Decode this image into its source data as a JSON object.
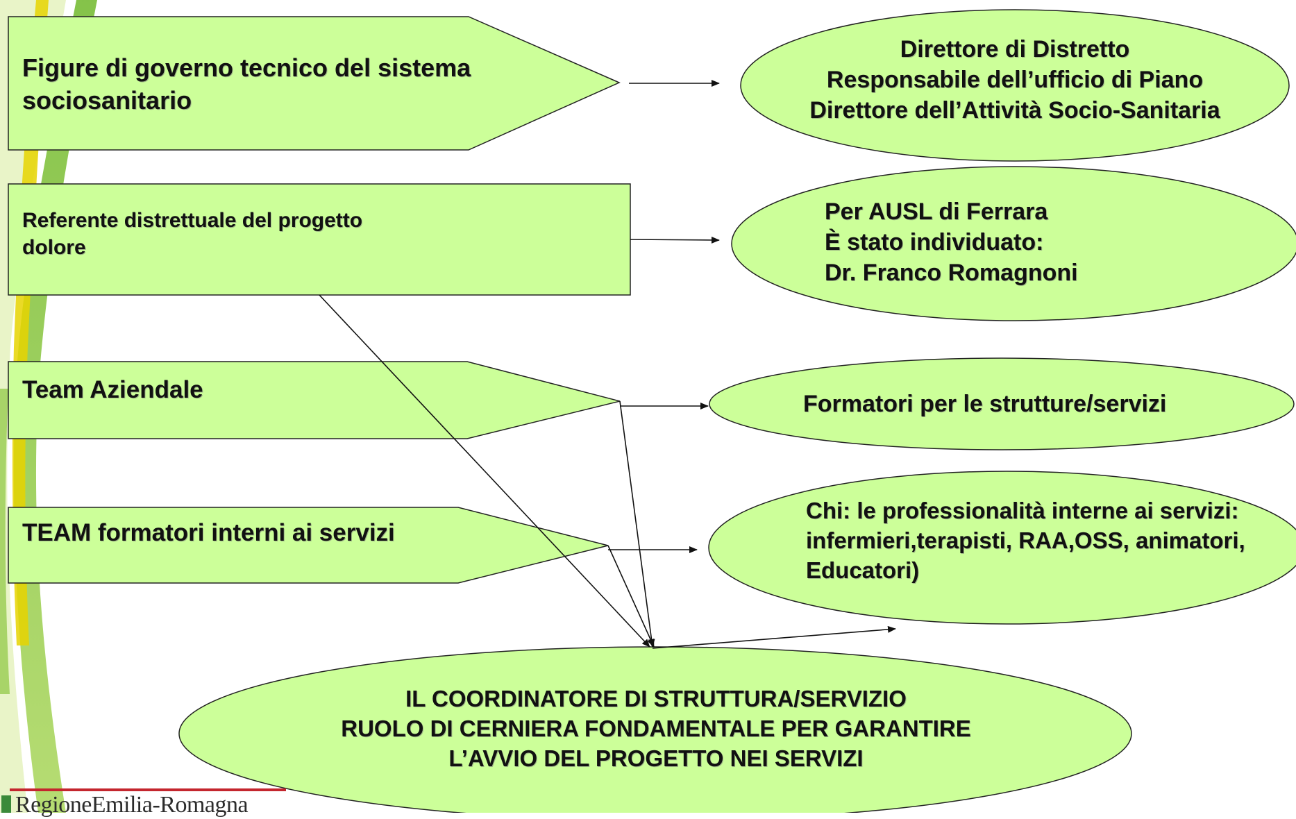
{
  "nodes": {
    "governo": {
      "text": "Figure di governo tecnico del sistema\n sociosanitario"
    },
    "direttori": {
      "text": "Direttore di Distretto\nResponsabile dell’ufficio di Piano\nDirettore dell’Attività Socio-Sanitaria"
    },
    "referente": {
      "text": "Referente distrettuale  del progetto\ndolore"
    },
    "ausl": {
      "text": "Per AUSL di Ferrara\nÈ stato individuato:\nDr. Franco  Romagnoni"
    },
    "team_aziendale": {
      "text": "Team Aziendale"
    },
    "formatori": {
      "text": "Formatori per le strutture/servizi"
    },
    "team_interni": {
      "text": "TEAM formatori interni ai servizi"
    },
    "professionalita": {
      "text": "Chi: le professionalità interne ai servizi:\ninfermieri,terapisti, RAA,OSS, animatori,\nEducatori)"
    },
    "coordinatore": {
      "text": "IL COORDINATORE DI STRUTTURA/SERVIZIO\nRUOLO DI CERNIERA FONDAMENTALE PER GARANTIRE\nL’AVVIO DEL PROGETTO NEI SERVIZI"
    }
  },
  "logo": {
    "text": "RegioneEmilia-Romagna"
  },
  "colors": {
    "shape_fill": "#ccff99",
    "shape_stroke": "#222222",
    "arrow": "#111111",
    "background_stripes": [
      "#7fbf2a",
      "#e8d200",
      "#c8e47a"
    ],
    "logo_red": "#c4262e",
    "logo_green": "#3a8a3a"
  }
}
